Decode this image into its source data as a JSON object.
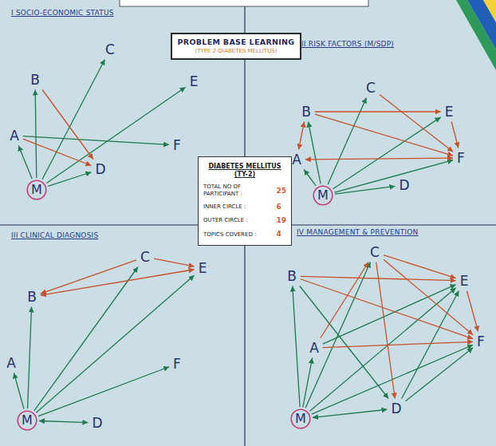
{
  "diagram": {
    "nodes": [
      {
        "text": [
          "PROBLEM BASE LEARNING",
          "(TYPE 2-DIABETES MELLITUS)"
        ]
      },
      {
        "text": [
          "DIABETES MELLITUS (TY-2)",
          "TOTAL NO OF PARTICIPANT :",
          "25",
          "INNER CIRCLE :",
          "6",
          "OUTER CIRCLE :",
          "19",
          "TOPICS COVERED :",
          "4"
        ]
      },
      {
        "text": [
          "C"
        ]
      },
      {
        "text": [
          "B"
        ]
      },
      {
        "text": [
          "E"
        ]
      },
      {
        "text": [
          "A"
        ]
      },
      {
        "text": [
          "F"
        ]
      },
      {
        "text": [
          "D"
        ]
      },
      {
        "text": [
          "M"
        ]
      },
      {
        "text": [
          "C"
        ]
      },
      {
        "text": [
          "B"
        ]
      },
      {
        "text": [
          "E"
        ]
      },
      {
        "text": [
          "A"
        ]
      },
      {
        "text": [
          "F"
        ]
      },
      {
        "text": [
          "D"
        ]
      },
      {
        "text": [
          "M"
        ]
      },
      {
        "text": [
          "C"
        ]
      },
      {
        "text": [
          "E"
        ]
      },
      {
        "text": [
          "B"
        ]
      },
      {
        "text": [
          "A"
        ]
      },
      {
        "text": [
          "F"
        ]
      },
      {
        "text": [
          "M"
        ]
      },
      {
        "text": [
          "D"
        ]
      },
      {
        "text": [
          "C"
        ]
      },
      {
        "text": [
          "B"
        ]
      },
      {
        "text": [
          "E"
        ]
      },
      {
        "text": [
          "F"
        ]
      },
      {
        "text": [
          "A"
        ]
      },
      {
        "text": [
          "D"
        ]
      },
      {
        "text": [
          "M"
        ]
      }
    ],
    "edges": [
      {
        "from": 8,
        "to": 3,
        "arrow": "to"
      },
      {
        "from": 8,
        "to": 5,
        "arrow": "to"
      },
      {
        "from": 8,
        "to": 2,
        "arrow": "to"
      },
      {
        "from": 8,
        "to": 4,
        "arrow": "to"
      },
      {
        "from": 8,
        "to": 7,
        "arrow": "to"
      },
      {
        "from": 5,
        "to": 6,
        "arrow": "to"
      },
      {
        "from": 3,
        "to": 7,
        "arrow": "to"
      },
      {
        "from": 5,
        "to": 7,
        "arrow": "to"
      },
      {
        "from": 15,
        "to": 10,
        "arrow": "to"
      },
      {
        "from": 15,
        "to": 12,
        "arrow": "to"
      },
      {
        "from": 15,
        "to": 9,
        "arrow": "to"
      },
      {
        "from": 15,
        "to": 11,
        "arrow": "to"
      },
      {
        "from": 15,
        "to": 13,
        "arrow": "to"
      },
      {
        "from": 15,
        "to": 14,
        "arrow": "to"
      },
      {
        "from": 10,
        "to": 12,
        "arrow": "both"
      },
      {
        "from": 10,
        "to": 11,
        "arrow": "to"
      },
      {
        "from": 9,
        "to": 13,
        "arrow": "to"
      },
      {
        "from": 11,
        "to": 13,
        "arrow": "to"
      },
      {
        "from": 12,
        "to": 13,
        "arrow": "both"
      },
      {
        "from": 10,
        "to": 13,
        "arrow": "to"
      },
      {
        "from": 21,
        "to": 18,
        "arrow": "to"
      },
      {
        "from": 21,
        "to": 16,
        "arrow": "to"
      },
      {
        "from": 21,
        "to": 17,
        "arrow": "to"
      },
      {
        "from": 21,
        "to": 20,
        "arrow": "to"
      },
      {
        "from": 21,
        "to": 22,
        "arrow": "both"
      },
      {
        "from": 21,
        "to": 19,
        "arrow": "to"
      },
      {
        "from": 18,
        "to": 17,
        "arrow": "both"
      },
      {
        "from": 16,
        "to": 18,
        "arrow": "to"
      },
      {
        "from": 16,
        "to": 17,
        "arrow": "to"
      },
      {
        "from": 29,
        "to": 24,
        "arrow": "to"
      },
      {
        "from": 29,
        "to": 27,
        "arrow": "to"
      },
      {
        "from": 29,
        "to": 23,
        "arrow": "to"
      },
      {
        "from": 29,
        "to": 25,
        "arrow": "to"
      },
      {
        "from": 29,
        "to": 26,
        "arrow": "to"
      },
      {
        "from": 29,
        "to": 28,
        "arrow": "both"
      },
      {
        "from": 27,
        "to": 25,
        "arrow": "to"
      },
      {
        "from": 28,
        "to": 25,
        "arrow": "to"
      },
      {
        "from": 28,
        "to": 26,
        "arrow": "to"
      },
      {
        "from": 24,
        "to": 28,
        "arrow": "to"
      },
      {
        "from": 24,
        "to": 26,
        "arrow": "to"
      },
      {
        "from": 24,
        "to": 25,
        "arrow": "to"
      },
      {
        "from": 23,
        "to": 25,
        "arrow": "to"
      },
      {
        "from": 23,
        "to": 26,
        "arrow": "to"
      },
      {
        "from": 23,
        "to": 28,
        "arrow": "to"
      },
      {
        "from": 27,
        "to": 23,
        "arrow": "to"
      },
      {
        "from": 25,
        "to": 26,
        "arrow": "to"
      },
      {
        "from": 27,
        "to": 26,
        "arrow": "to"
      }
    ],
    "labels": [
      "I SOCIO-ECONOMIC STATUS",
      "II RISK FACTORS (M/SDP)",
      "III CLINICAL DIAGNOSIS",
      "IV MANAGEMENT & PREVENTION"
    ]
  }
}
